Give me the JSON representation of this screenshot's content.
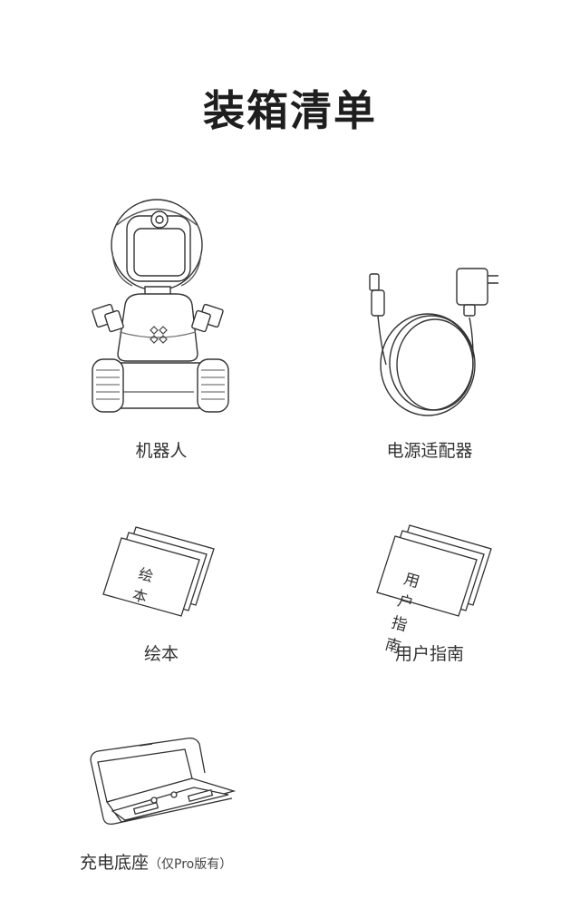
{
  "page": {
    "title": "装箱清单"
  },
  "items": [
    {
      "label": "机器人",
      "icon": "robot-icon"
    },
    {
      "label": "电源适配器",
      "icon": "power-adapter-icon"
    },
    {
      "label": "绘本",
      "icon": "picture-book-icon",
      "cover_text": "绘本"
    },
    {
      "label": "用户指南",
      "icon": "user-guide-icon",
      "cover_text": "用户指南"
    },
    {
      "label": "充电底座",
      "note": "（仅Pro版有）",
      "icon": "charging-dock-icon"
    }
  ]
}
